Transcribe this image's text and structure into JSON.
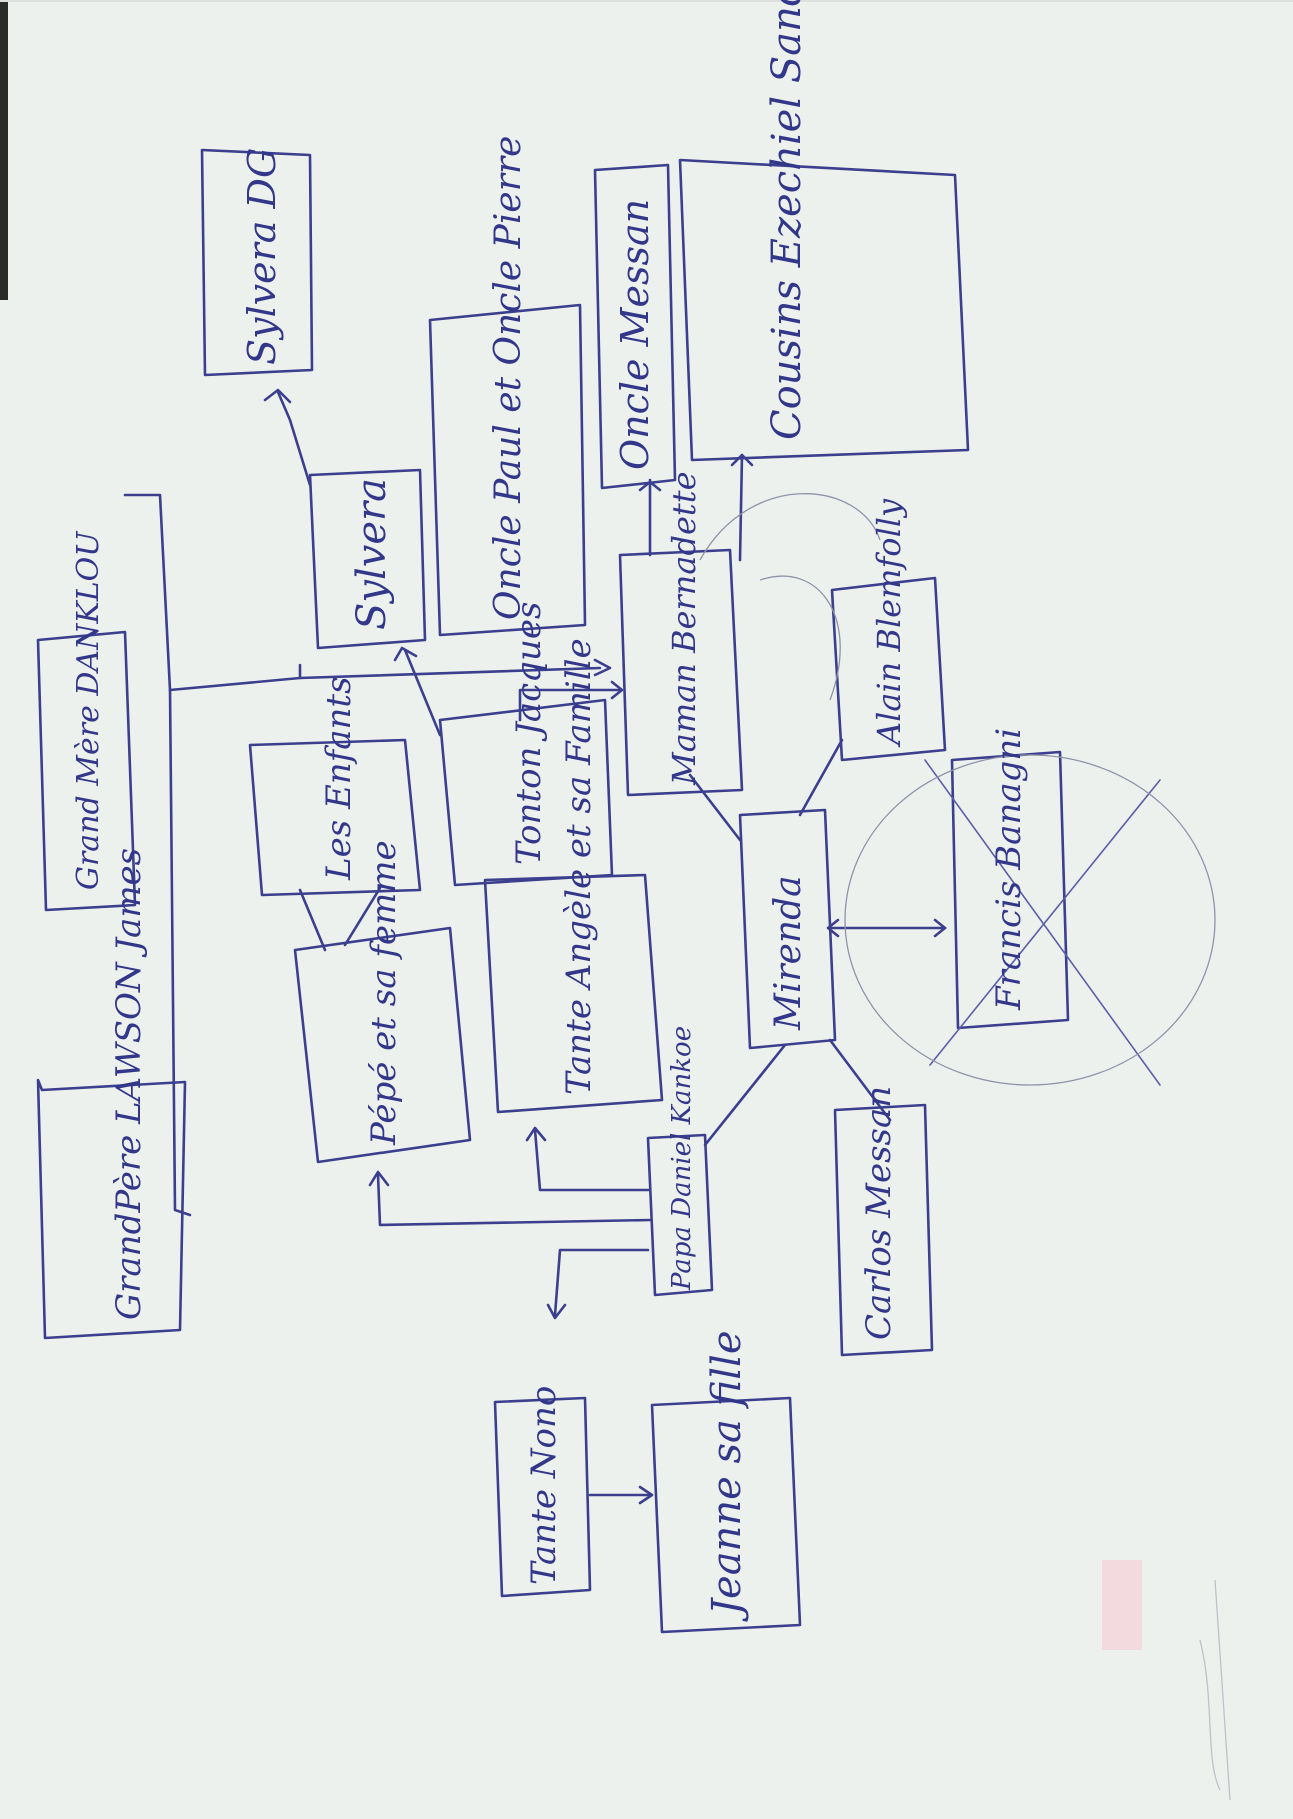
{
  "nodes": {
    "grand_pere": "GrandPère LAWSON James",
    "grand_mere": "Grand Mère DANKLOU",
    "sylvera_dg": "Sylvera DG",
    "sylvera": "Sylvera",
    "oncle_paul_pierre": "Oncle Paul et Oncle Pierre",
    "oncle_messan": "Oncle Messan",
    "cousins": "Cousins Ezechiel Sandra",
    "maman": "Maman Bernadette",
    "tonton_jacques": "Tonton Jacques",
    "les_enfants": "Les Enfants",
    "pepe": "Pépé et sa femme",
    "tante_angele": "Tante Angèle et sa Famille",
    "mirenda": "Mirenda",
    "alain": "Alain Blemfolly",
    "francis": "Francis Banagni",
    "papa": "Papa Daniel Kankoe",
    "carlos": "Carlos Messan",
    "tante_nono": "Tante Nono",
    "jeanne": "Jeanne sa fille"
  }
}
